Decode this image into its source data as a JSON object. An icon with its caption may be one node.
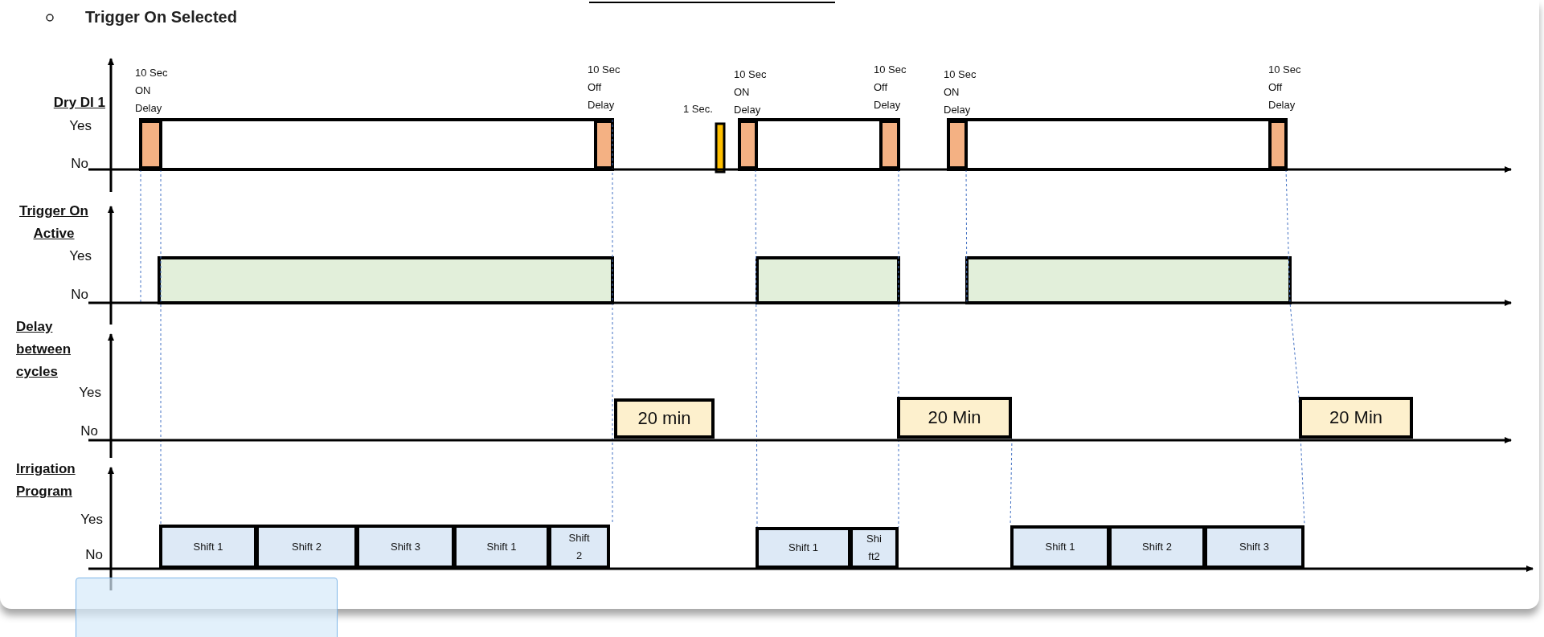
{
  "diagram": {
    "title": "Trigger On Selected",
    "nodes": [
      {
        "text": [
          "20 min"
        ]
      },
      {
        "text": [
          "20 Min"
        ]
      },
      {
        "text": [
          "20 Min"
        ]
      },
      {
        "text": [
          "Shift 1"
        ]
      },
      {
        "text": [
          "Shift 2"
        ]
      },
      {
        "text": [
          "Shift 3"
        ]
      },
      {
        "text": [
          "Shift 1"
        ]
      },
      {
        "text": [
          "Shift 2"
        ]
      },
      {
        "text": [
          "Shift 1"
        ]
      },
      {
        "text": [
          "Shift2"
        ]
      },
      {
        "text": [
          "Shift 1"
        ]
      },
      {
        "text": [
          "Shift 2"
        ]
      },
      {
        "text": [
          "Shift 3"
        ]
      },
      {
        "text": [],
        "shape": "box"
      }
    ],
    "labels": [
      "Dry DI 1",
      "Yes",
      "No",
      "10 Sec ON Delay",
      "10 Sec Off Delay",
      "1 Sec.",
      "10 Sec ON Delay",
      "10 Sec Off Delay",
      "10 Sec ON Delay",
      "10 Sec Off Delay",
      "Trigger On Active",
      "Yes",
      "No",
      "Delay between cycles",
      "Yes",
      "No",
      "Irrigation Program",
      "Yes",
      "No"
    ]
  }
}
